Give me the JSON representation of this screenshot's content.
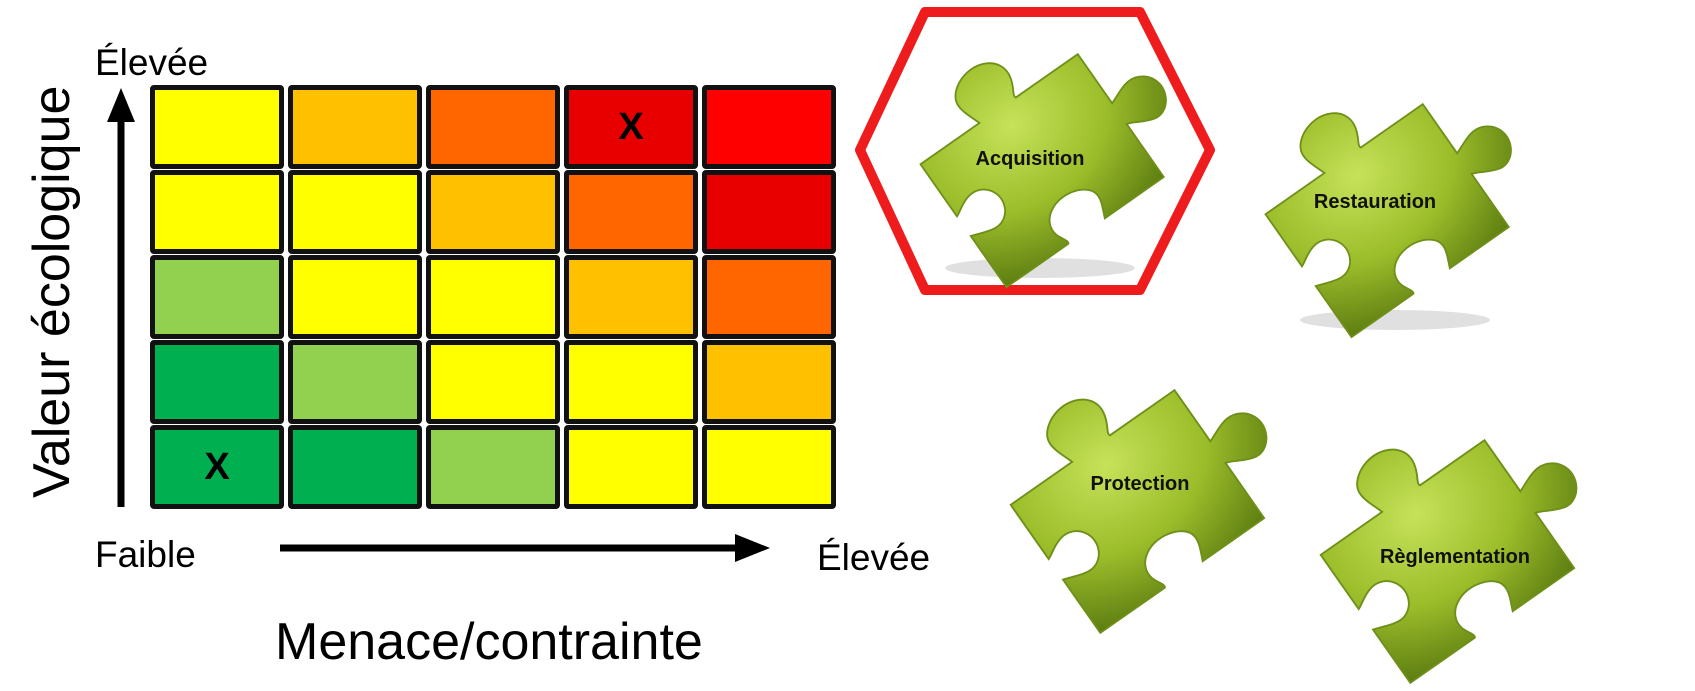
{
  "matrix": {
    "y_axis_title": "Valeur écologique",
    "x_axis_title": "Menace/contrainte",
    "y_high_label": "Élevée",
    "x_low_label": "Faible",
    "x_high_label": "Élevée",
    "rows": [
      [
        {
          "color": "#ffff00",
          "mark": ""
        },
        {
          "color": "#ffc000",
          "mark": ""
        },
        {
          "color": "#ff6600",
          "mark": ""
        },
        {
          "color": "#e80000",
          "mark": "X"
        },
        {
          "color": "#ff0000",
          "mark": ""
        }
      ],
      [
        {
          "color": "#ffff00",
          "mark": ""
        },
        {
          "color": "#ffff00",
          "mark": ""
        },
        {
          "color": "#ffc000",
          "mark": ""
        },
        {
          "color": "#ff6600",
          "mark": ""
        },
        {
          "color": "#e80000",
          "mark": ""
        }
      ],
      [
        {
          "color": "#92d050",
          "mark": ""
        },
        {
          "color": "#ffff00",
          "mark": ""
        },
        {
          "color": "#ffff00",
          "mark": ""
        },
        {
          "color": "#ffc000",
          "mark": ""
        },
        {
          "color": "#ff6600",
          "mark": ""
        }
      ],
      [
        {
          "color": "#00b050",
          "mark": ""
        },
        {
          "color": "#92d050",
          "mark": ""
        },
        {
          "color": "#ffff00",
          "mark": ""
        },
        {
          "color": "#ffff00",
          "mark": ""
        },
        {
          "color": "#ffc000",
          "mark": ""
        }
      ],
      [
        {
          "color": "#00b050",
          "mark": "X"
        },
        {
          "color": "#00b050",
          "mark": ""
        },
        {
          "color": "#92d050",
          "mark": ""
        },
        {
          "color": "#ffff00",
          "mark": ""
        },
        {
          "color": "#ffff00",
          "mark": ""
        }
      ]
    ]
  },
  "puzzles": {
    "acquisition": "Acquisition",
    "restauration": "Restauration",
    "protection": "Protection",
    "reglementation": "Règlementation",
    "highlight_color": "#ee1c1c",
    "piece_color": "#9cbd2a"
  }
}
